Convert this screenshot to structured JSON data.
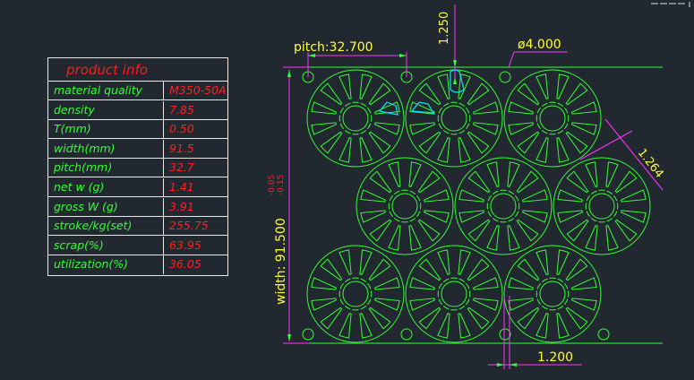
{
  "table": {
    "title": "product info",
    "rows": [
      {
        "label": "material quality",
        "value": "M350-50A"
      },
      {
        "label": "density",
        "value": "7.85"
      },
      {
        "label": "T(mm)",
        "value": "0.50"
      },
      {
        "label": "width(mm)",
        "value": "91.5"
      },
      {
        "label": "pitch(mm)",
        "value": "32.7"
      },
      {
        "label": "net w (g)",
        "value": "1.41"
      },
      {
        "label": "gross W (g)",
        "value": "3.91"
      },
      {
        "label": "stroke/kg(set)",
        "value": "255.75"
      },
      {
        "label": "scrap(%)",
        "value": "63.95"
      },
      {
        "label": "utilization(%)",
        "value": "36.05"
      }
    ]
  },
  "dims": {
    "pitch": "pitch:32.700",
    "bridge_top": "1.250",
    "hole": "ø4.000",
    "gap_diag": "1.264",
    "width": "width: 91.500",
    "tol_upper": "-0.05",
    "tol_lower": "-0.15",
    "gap_bottom": "1.200"
  },
  "colors": {
    "bg": "#212830",
    "part": "#33ff33",
    "dim": "#ffff33",
    "dimline": "#ff33ff",
    "text_red": "#ff2020",
    "highlight": "#00e5ff"
  }
}
